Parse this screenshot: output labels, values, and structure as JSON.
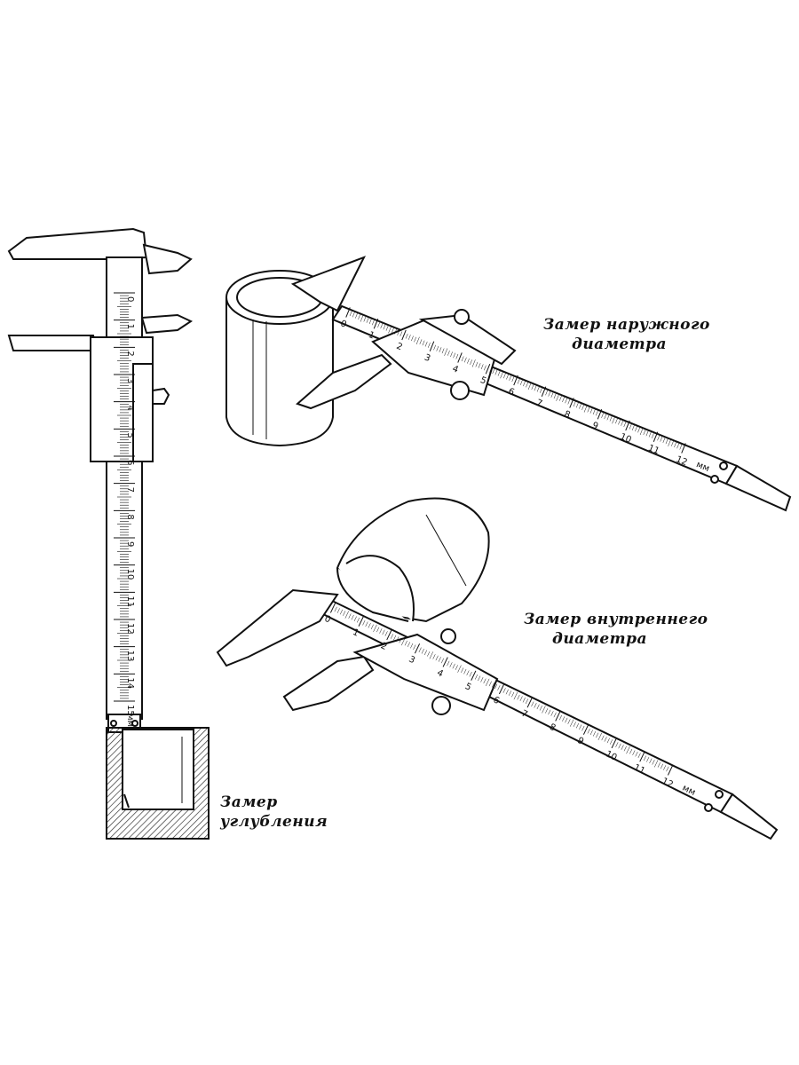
{
  "labels": {
    "outer": {
      "line1": "Замер наружного",
      "line2": "диаметра"
    },
    "inner": {
      "line1": "Замер внутреннего",
      "line2": "диаметра"
    },
    "depth": {
      "line1": "Замер",
      "line2": "углубления"
    }
  },
  "scales": {
    "vertical": [
      "0",
      "1",
      "2",
      "3",
      "4",
      "5",
      "6",
      "7",
      "8",
      "9",
      "10",
      "11",
      "12",
      "13",
      "14",
      "15"
    ],
    "vertical_unit": "мм",
    "diagonal": [
      "0",
      "1",
      "2",
      "3",
      "4",
      "5",
      "6",
      "7",
      "8",
      "9",
      "10",
      "11",
      "12"
    ],
    "diagonal_unit": "мм"
  },
  "colors": {
    "ink": "#111111",
    "paper": "#ffffff",
    "hatch": "#555555"
  }
}
